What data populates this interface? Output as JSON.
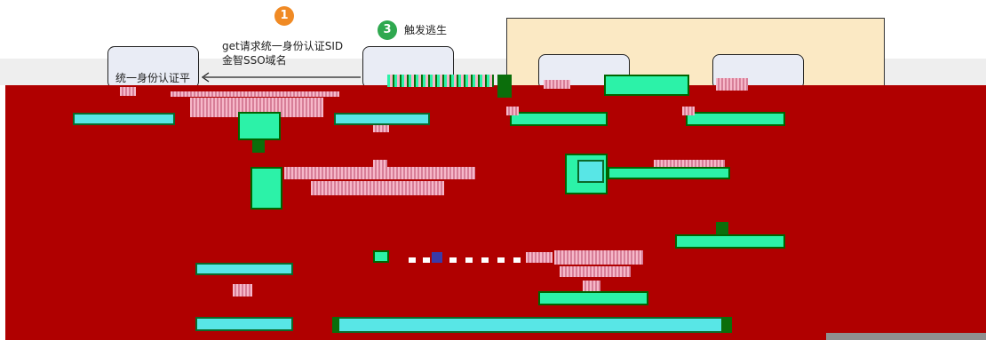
{
  "steps": [
    {
      "number": "1",
      "color": "#f08a24"
    },
    {
      "number": "3",
      "color": "#2fa84f",
      "label": "触发逃生"
    }
  ],
  "edges": [
    {
      "label_line1": "get请求统一身份认证SID",
      "label_line2": "金智SSO域名"
    }
  ],
  "nodes": {
    "auth_platform": {
      "label": "统一身份认证平"
    }
  },
  "colors": {
    "node_fill": "#e9ecf5",
    "cluster_fill": "#fbe9c4",
    "corrupt_red": "#b00000",
    "glitch_green": "#2cf2a8"
  }
}
